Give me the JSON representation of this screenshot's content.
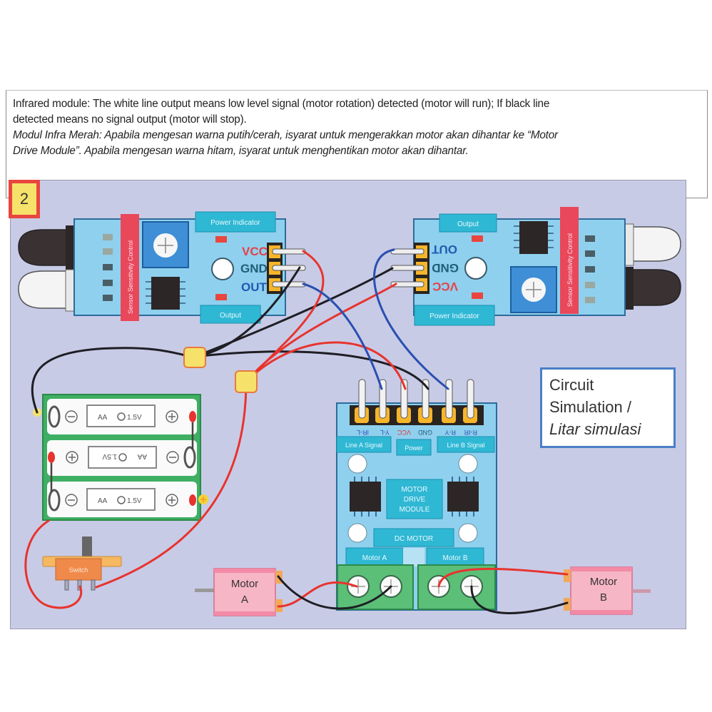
{
  "note": {
    "line1": "Infrared module: The white line output means low level signal (motor rotation) detected (motor will run); If  black line",
    "line2": "detected means no signal output (motor will stop).",
    "line3": "Modul Infra Merah: Apabila mengesan warna putih/cerah, isyarat untuk mengerakkan motor akan dihantar ke “Motor",
    "line4": "Drive Module”. Apabila mengesan warna hitam, isyarat untuk menghentikan motor akan dihantar."
  },
  "step_number": "2",
  "caption": {
    "line1": "Circuit",
    "line2": "Simulation /",
    "line3": "Litar simulasi"
  },
  "sensor_left": {
    "power_indicator": "Power  Indicator",
    "output": "Output",
    "sensitivity": "Sensor Sensitivity Control",
    "pins": [
      "VCC",
      "GND",
      "OUT"
    ]
  },
  "sensor_right": {
    "power_indicator": "Power  Indicator",
    "output": "Output",
    "sensitivity": "Sensor Sensitivity Control",
    "pins": [
      "OUT",
      "GND",
      "VCC"
    ]
  },
  "battery": {
    "cells": [
      {
        "type": "AA",
        "voltage": "1.5V"
      },
      {
        "type": "AA",
        "voltage": "1.5V"
      },
      {
        "type": "AA",
        "voltage": "1.5V"
      }
    ],
    "plus": "+",
    "minus": "−"
  },
  "switch_label": "Switch",
  "driver": {
    "pin_labels": [
      "IR-L",
      "Y-L",
      "VCC",
      "GND",
      "R-Y",
      "R-IR"
    ],
    "line_a": "Line A Signal",
    "power": "Power",
    "line_b": "Line B Signal",
    "title_line1": "MOTOR",
    "title_line2": "DRIVE",
    "title_line3": "MODULE",
    "dc_motor": "DC MOTOR",
    "motor_a": "Motor  A",
    "motor_b": "Motor  B"
  },
  "motor_a": {
    "line1": "Motor",
    "line2": "A"
  },
  "motor_b": {
    "line1": "Motor",
    "line2": "B"
  },
  "colors": {
    "board_bg": "#c8cbe6",
    "module_blue": "#8fd0ee",
    "label_teal": "#2fb8d4",
    "sensitivity_red": "#e8485a",
    "wire_red": "#e8332e",
    "wire_black": "#1e1e24",
    "wire_blue": "#2b4fb0",
    "terminal_green": "#5bbf77",
    "motor_pink": "#f6b6c6",
    "switch_orange": "#f08a4a",
    "junction_yellow": "#f6e26a"
  }
}
